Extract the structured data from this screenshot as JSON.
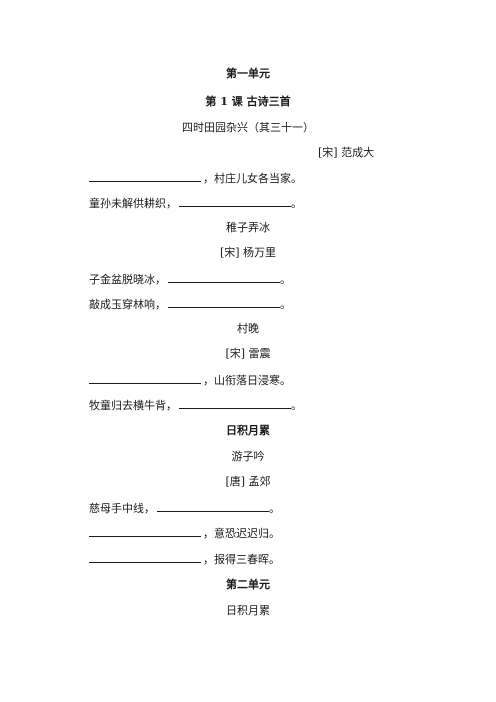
{
  "unit1": {
    "heading": "第一单元",
    "lesson_title": "第 1 课  古诗三首",
    "poems": [
      {
        "title": "四时田园杂兴（其三十一）",
        "author": "[宋]  范成大",
        "lines": [
          "，村庄儿女各当家。",
          "童孙未解供耕织，",
          "。"
        ]
      },
      {
        "title": "稚子弄冰",
        "author": "[宋]  杨万里",
        "lines": [
          "子金盆脱晓冰，",
          "。",
          "敲成玉穿林响，",
          "。"
        ]
      },
      {
        "title": "村晚",
        "author": "[宋]    雷震",
        "lines": [
          "，山衔落日浸寒。",
          "牧童归去横牛背，",
          "。"
        ]
      }
    ],
    "accumulation_heading": "日积月累",
    "accumulation_poem": {
      "title": "游子吟",
      "author": "[唐]  孟郊",
      "lines": [
        "慈母手中线，",
        "。",
        "，意恐迟迟归。",
        "，报得三春晖。"
      ]
    }
  },
  "unit2": {
    "heading": "第二单元",
    "subheading": "日积月累"
  }
}
